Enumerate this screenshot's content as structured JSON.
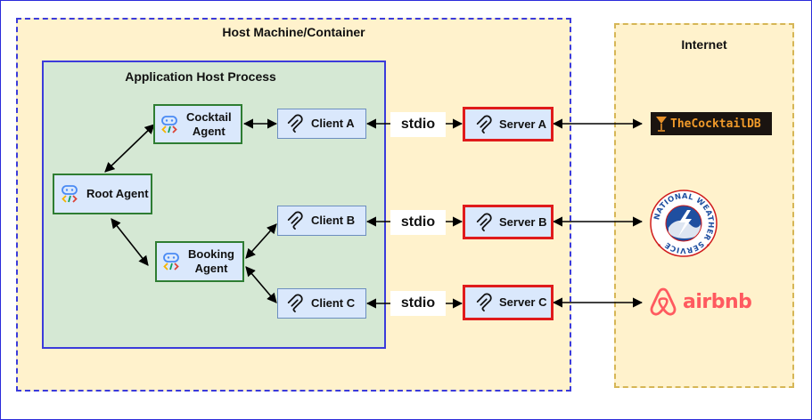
{
  "zones": {
    "host": {
      "title": "Host Machine/Container"
    },
    "internet": {
      "title": "Internet"
    },
    "process": {
      "title": "Application Host Process"
    }
  },
  "agents": {
    "root": {
      "label": "Root Agent"
    },
    "cocktail": {
      "label_line1": "Cocktail",
      "label_line2": "Agent"
    },
    "booking": {
      "label_line1": "Booking",
      "label_line2": "Agent"
    }
  },
  "clients": [
    {
      "label": "Client A"
    },
    {
      "label": "Client B"
    },
    {
      "label": "Client C"
    }
  ],
  "transports": [
    {
      "label": "stdio"
    },
    {
      "label": "stdio"
    },
    {
      "label": "stdio"
    }
  ],
  "servers": [
    {
      "label": "Server A"
    },
    {
      "label": "Server B"
    },
    {
      "label": "Server C"
    }
  ],
  "services": {
    "cocktaildb": {
      "wordmark": "TheCocktailDB"
    },
    "weather": {
      "ring_text": "NATIONAL WEATHER SERVICE"
    },
    "airbnb": {
      "wordmark": "airbnb"
    }
  },
  "colors": {
    "zone_fill": "#fff2cc",
    "zone_border_blue": "#3b3bdb",
    "zone_border_gold": "#d6b656",
    "process_fill": "#d5e8d4",
    "node_fill": "#dae8fc",
    "agent_border": "#2e7d32",
    "server_border": "#e01b1b",
    "airbnb": "#ff5a5f",
    "nws_blue": "#1f4fa0",
    "nws_red": "#d01c1c"
  },
  "icons": {
    "agent": "agent-code-icon",
    "client": "mcp-icon",
    "server": "mcp-icon"
  }
}
